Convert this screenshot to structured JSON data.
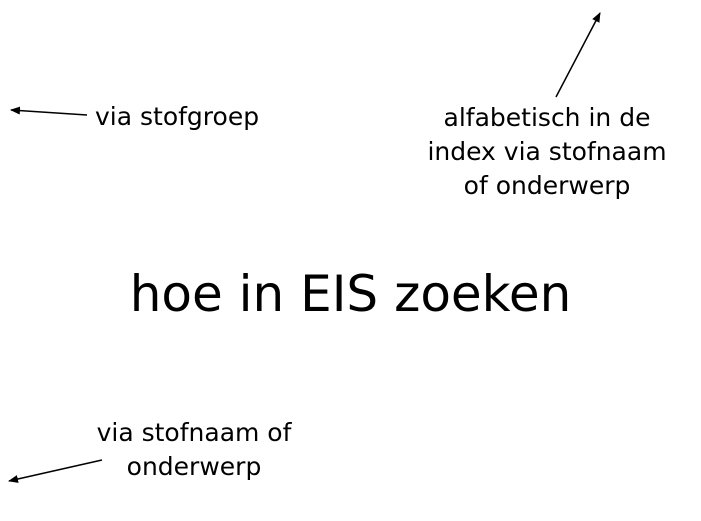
{
  "title": "hoe in EIS zoeken",
  "options": {
    "stofgroep": {
      "lines": [
        "via stofgroep"
      ]
    },
    "alfabetisch": {
      "lines": [
        "alfabetisch in de",
        "index via stofnaam",
        "of onderwerp"
      ]
    },
    "stofnaam": {
      "lines": [
        "via stofnaam of",
        "onderwerp"
      ]
    }
  },
  "colors": {
    "text": "#000000",
    "arrow": "#000000",
    "background": "#ffffff"
  }
}
